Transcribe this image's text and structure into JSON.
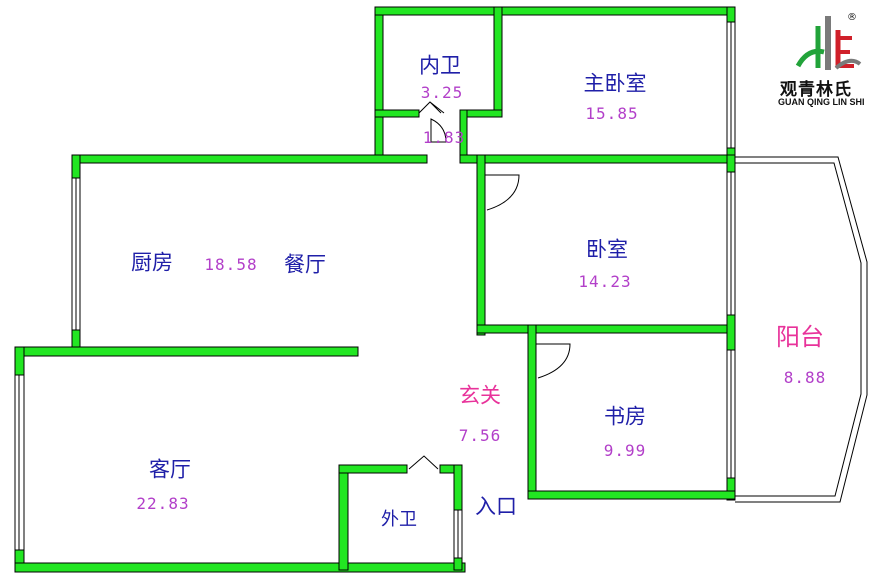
{
  "rooms": {
    "inner_bath": {
      "name": "内卫",
      "area": "3.25"
    },
    "corridor": {
      "area": "1.83"
    },
    "master_bedroom": {
      "name": "主卧室",
      "area": "15.85"
    },
    "kitchen": {
      "name": "厨房"
    },
    "dining": {
      "name": "餐厅",
      "area": "18.58"
    },
    "bedroom": {
      "name": "卧室",
      "area": "14.23"
    },
    "balcony": {
      "name": "阳台",
      "area": "8.88"
    },
    "foyer": {
      "name": "玄关",
      "area": "7.56"
    },
    "study": {
      "name": "书房",
      "area": "9.99"
    },
    "living_room": {
      "name": "客厅",
      "area": "22.83"
    },
    "outer_bath": {
      "name": "外卫"
    }
  },
  "entrance_label": "入口",
  "logo": {
    "name": "观青林氏",
    "subtitle": "GUAN QING LIN SHI",
    "registered_mark": "®",
    "colors": {
      "green": "#22a33a",
      "red": "#d0202a",
      "gray": "#7a7a7a"
    }
  },
  "colors": {
    "wall": "#22e622",
    "wall_outline": "#000000",
    "room_text": "#1f1fa8",
    "area_text": "#b23fc9",
    "accent_text": "#e8329a"
  }
}
